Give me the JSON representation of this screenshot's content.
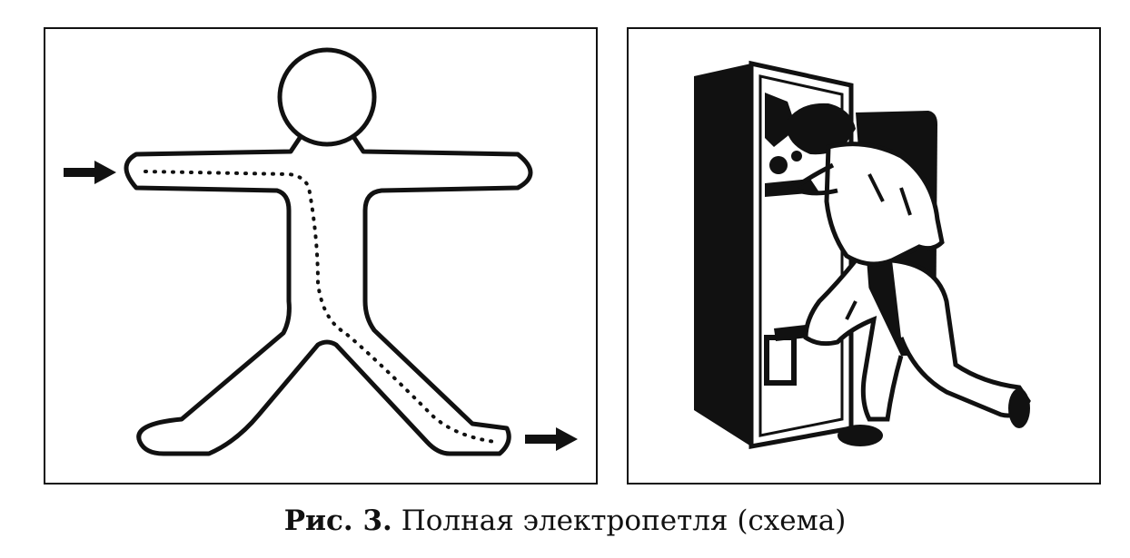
{
  "caption": {
    "figure_number": "Рис. 3.",
    "title": "Полная электропетля (схема)"
  },
  "figures": {
    "left": {
      "subject": "human-body-outline",
      "current_path": "dotted"
    },
    "right": {
      "subject": "person-touching-refrigerator"
    }
  }
}
